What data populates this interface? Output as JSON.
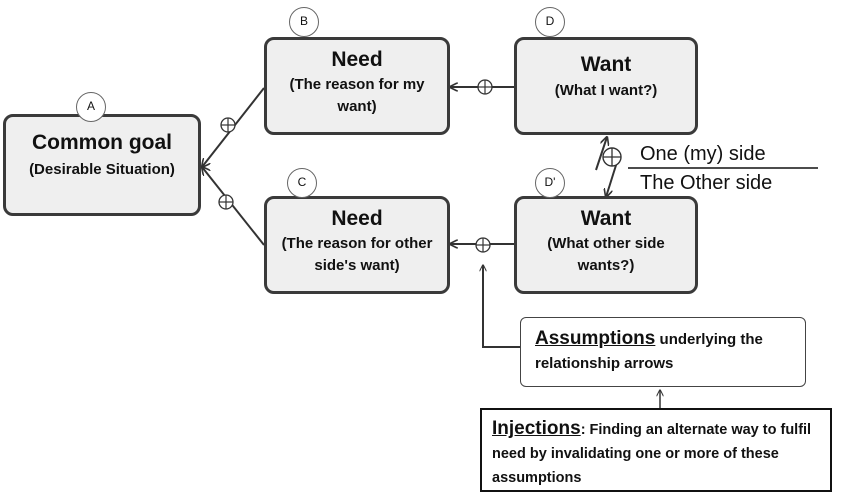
{
  "boxes": {
    "common_goal": {
      "title": "Common goal",
      "subtitle": "(Desirable Situation)"
    },
    "need_mine": {
      "title": "Need",
      "subtitle": "(The reason for my want)"
    },
    "want_mine": {
      "title": "Want",
      "subtitle": "(What I want?)"
    },
    "need_other": {
      "title": "Need",
      "subtitle": "(The reason for other side's want)"
    },
    "want_other": {
      "title": "Want",
      "subtitle": "(What other side wants?)"
    }
  },
  "letters": {
    "a": "A",
    "b": "B",
    "c": "C",
    "d": "D",
    "d_prime": "D'"
  },
  "sides": {
    "mine": "One (my) side",
    "other": "The Other side"
  },
  "assumptions": {
    "heading": "Assumptions",
    "text": " underlying the relationship arrows"
  },
  "injections": {
    "heading": "Injections",
    "text": ": Finding an alternate way to fulfil need by invalidating one or more of these assumptions"
  },
  "colors": {
    "box_fill": "#efefef",
    "box_border": "#3a3a3a",
    "line": "#333333"
  },
  "icons": {
    "connector": "circled-plus-icon",
    "arrowhead": "arrow-head-icon"
  }
}
